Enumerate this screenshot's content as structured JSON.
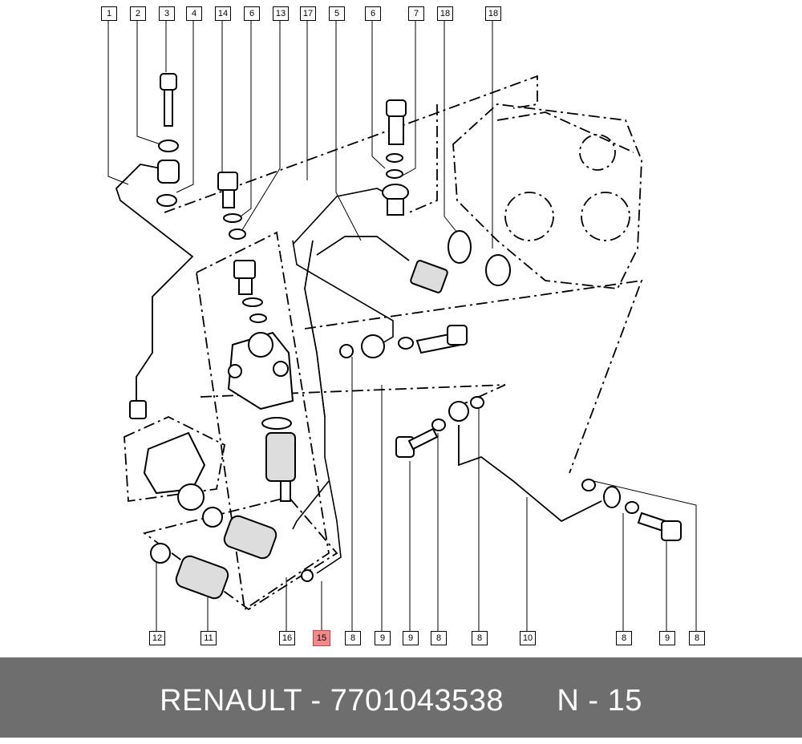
{
  "callouts": {
    "c1": "1",
    "c2": "2",
    "c3": "3",
    "c4": "4",
    "c14": "14",
    "c6a": "6",
    "c13": "13",
    "c17": "17",
    "c5": "5",
    "c6b": "6",
    "c7": "7",
    "c18a": "18",
    "c18b": "18",
    "c12": "12",
    "c11": "11",
    "c16": "16",
    "c15": "15",
    "c8a": "8",
    "c9a": "9",
    "c9b": "9",
    "c8b": "8",
    "c8c": "8",
    "c10": "10",
    "c8d": "8",
    "c9c": "9",
    "c8e": "8"
  },
  "footer": {
    "brand": "RENAULT",
    "separator": "-",
    "part_number": "7701043538",
    "position": "N - 15"
  },
  "colors": {
    "highlight": "#f08a8a",
    "footer_bg": "#6e6e6e",
    "footer_text": "#ffffff"
  }
}
